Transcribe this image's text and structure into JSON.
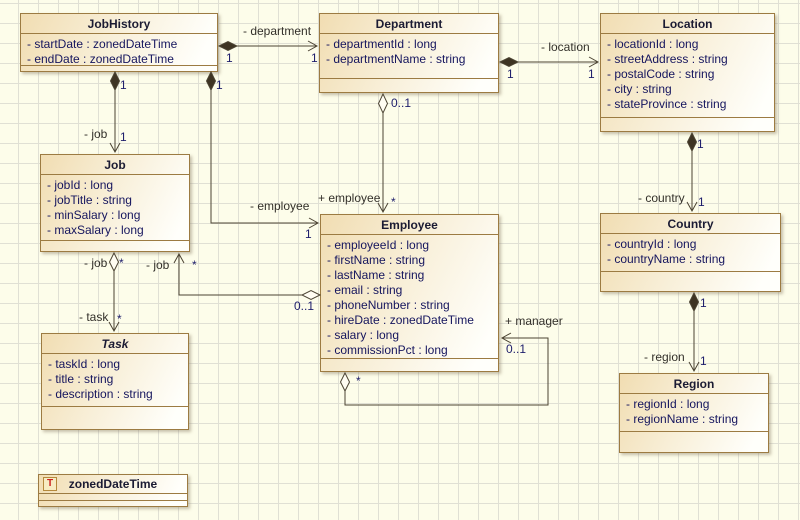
{
  "diagram": {
    "kind": "uml-class-diagram",
    "colors": {
      "canvas_bg": "#fdfdea",
      "grid_line": "#e0e0d4",
      "box_fill": "#f1ddb2",
      "box_border": "#9c7b42",
      "attr_text": "#15155e",
      "edge_line": "#4b4332",
      "type_icon_letter_color": "#cc2020"
    }
  },
  "classes": {
    "jobHistory": {
      "name": "JobHistory",
      "attributes": [
        "- startDate : zonedDateTime",
        "- endDate : zonedDateTime"
      ]
    },
    "department": {
      "name": "Department",
      "attributes": [
        "- departmentId : long",
        "- departmentName : string"
      ]
    },
    "location": {
      "name": "Location",
      "attributes": [
        "- locationId : long",
        "- streetAddress : string",
        "- postalCode : string",
        "- city : string",
        "- stateProvince : string"
      ]
    },
    "job": {
      "name": "Job",
      "attributes": [
        "- jobId : long",
        "- jobTitle : string",
        "- minSalary : long",
        "- maxSalary : long"
      ]
    },
    "employee": {
      "name": "Employee",
      "attributes": [
        "- employeeId : long",
        "- firstName : string",
        "- lastName : string",
        "- email : string",
        "- phoneNumber : string",
        "- hireDate : zonedDateTime",
        "- salary : long",
        "- commissionPct : long"
      ]
    },
    "country": {
      "name": "Country",
      "attributes": [
        "- countryId : long",
        "- countryName : string"
      ]
    },
    "region": {
      "name": "Region",
      "attributes": [
        "- regionId : long",
        "- regionName : string"
      ]
    },
    "task": {
      "name": "Task",
      "abstract": true,
      "attributes": [
        "- taskId : long",
        "- title : string",
        "- description : string"
      ]
    },
    "zonedDateTime": {
      "name": "zonedDateTime",
      "iconLetter": "T"
    }
  },
  "edges": {
    "jobhistory_department": {
      "role": "- department",
      "src_mult": "1",
      "tgt_mult": "1"
    },
    "department_location": {
      "role": "- location",
      "src_mult": "1",
      "tgt_mult": "1"
    },
    "jobhistory_job": {
      "role": "- job",
      "src_mult": "1",
      "tgt_mult": "1"
    },
    "jobhistory_employee": {
      "role": "- employee",
      "src_mult": "1",
      "tgt_mult": "1"
    },
    "department_employee": {
      "role": "+ employee",
      "src_mult": "0..1",
      "tgt_mult": "*"
    },
    "location_country": {
      "role": "- country",
      "src_mult": "1",
      "tgt_mult": "1"
    },
    "country_region": {
      "role": "- region",
      "src_mult": "1",
      "tgt_mult": "1"
    },
    "job_task": {
      "src_role": "- job",
      "src_mult": "*",
      "tgt_role": "- task",
      "tgt_mult": "*"
    },
    "employee_job": {
      "role": "- job",
      "src_mult": "0..1",
      "tgt_mult": "*"
    },
    "employee_manager": {
      "role": "+ manager",
      "src_mult": "*",
      "tgt_mult": "0..1"
    }
  }
}
